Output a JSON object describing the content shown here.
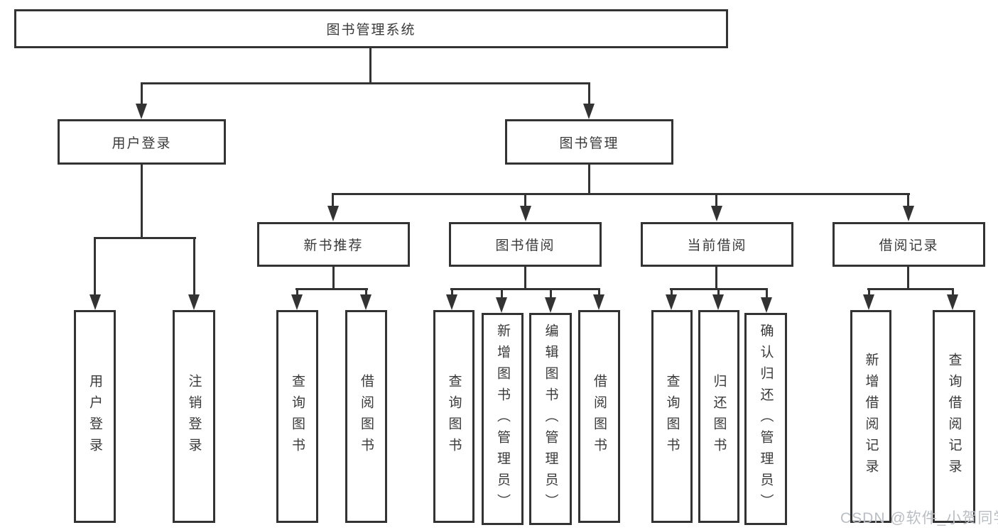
{
  "nodes": {
    "root": "图书管理系统",
    "level2": [
      "用户登录",
      "图书管理"
    ],
    "level3": [
      "新书推荐",
      "图书借阅",
      "当前借阅",
      "借阅记录"
    ],
    "leaves_user": [
      "用户登录",
      "注销登录"
    ],
    "leaves_recommend": [
      "查询图书",
      "借阅图书"
    ],
    "leaves_borrow": [
      "查询图书",
      "新增图书（管理员）",
      "编辑图书（管理员）",
      "借阅图书"
    ],
    "leaves_current": [
      "查询图书",
      "归还图书",
      "确认归还（管理员）"
    ],
    "leaves_records": [
      "新增借阅记录",
      "查询借阅记录"
    ]
  },
  "watermark": "CSDN @软件_小贺同学",
  "colors": {
    "line": "#333333",
    "box_background": "#ffffff",
    "text": "#3a3a3a",
    "watermark_text": "#b9bec4"
  }
}
